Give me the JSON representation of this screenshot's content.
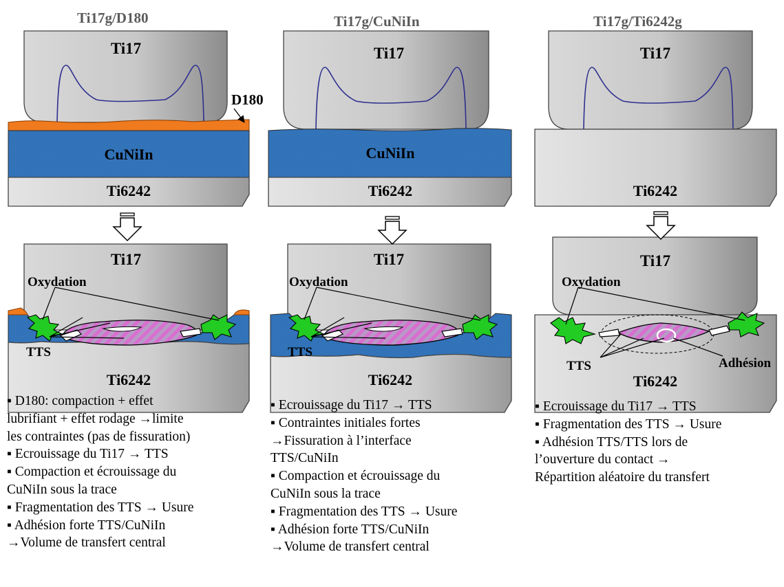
{
  "columns": [
    {
      "title": "Ti17g/D180",
      "before": {
        "top": "Ti17",
        "coating": "D180",
        "middle": "CuNiIn",
        "bottom": "Ti6242"
      },
      "after": {
        "top": "Ti17",
        "bottom": "Ti6242",
        "oxide_label": "Oxydation",
        "tts_label": "TTS"
      },
      "notes": [
        "▪ D180: compaction + effet",
        "lubrifiant + effet rodage →limite",
        "les contraintes (pas de fissuration)",
        "▪ Ecrouissage du Ti17 → TTS",
        "▪ Compaction et écrouissage du",
        "CuNiIn sous la trace",
        "▪ Fragmentation des TTS → Usure",
        "▪ Adhésion forte TTS/CuNiIn",
        "→Volume de transfert central"
      ]
    },
    {
      "title": "Ti17g/CuNiIn",
      "before": {
        "top": "Ti17",
        "middle": "CuNiIn",
        "bottom": "Ti6242"
      },
      "after": {
        "top": "Ti17",
        "bottom": "Ti6242",
        "oxide_label": "Oxydation",
        "tts_label": "TTS"
      },
      "notes": [
        "▪ Ecrouissage du Ti17 → TTS",
        "▪ Contraintes initiales fortes",
        "→Fissuration à l’interface",
        "TTS/CuNiIn",
        "▪  Compaction et écrouissage du",
        "CuNiIn sous la trace",
        "▪ Fragmentation des TTS → Usure",
        "▪ Adhésion forte TTS/CuNiIn",
        "→Volume de transfert central"
      ]
    },
    {
      "title": "Ti17g/Ti6242g",
      "before": {
        "top": "Ti17",
        "bottom": "Ti6242"
      },
      "after": {
        "top": "Ti17",
        "bottom": "Ti6242",
        "oxide_label": "Oxydation",
        "tts_label": "TTS",
        "adhesion_label": "Adhésion"
      },
      "notes": [
        "▪ Ecrouissage du Ti17 → TTS",
        "▪ Fragmentation des TTS → Usure",
        "▪ Adhésion TTS/TTS lors de",
        "l’ouverture du contact →",
        "Répartition aléatoire du transfert"
      ]
    }
  ],
  "colors": {
    "cuniin": "#2e6fb5",
    "d180": "#f07a1e",
    "tts_stripe": "#d96ed0",
    "oxide": "#22cc22",
    "profile_line": "#2f2f8f",
    "arrow": "#000000"
  }
}
